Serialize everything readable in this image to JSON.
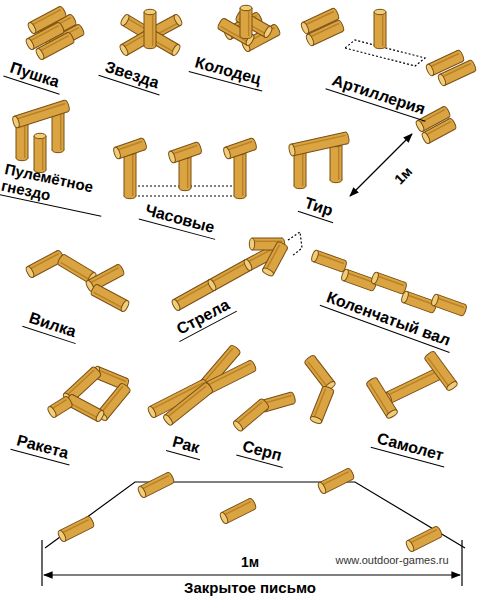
{
  "diagram": {
    "labels": [
      "Пушка",
      "Звезда",
      "Колодец",
      "Артиллерия",
      "Пулемётное гнездо",
      "Часовые",
      "Тир",
      "1м",
      "Вилка",
      "Стрела",
      "Коленчатый вал",
      "Ракета",
      "Рак",
      "Серп",
      "Самолет",
      "1м",
      "Закрытое письмо",
      "www.outdoor-games.ru"
    ]
  }
}
